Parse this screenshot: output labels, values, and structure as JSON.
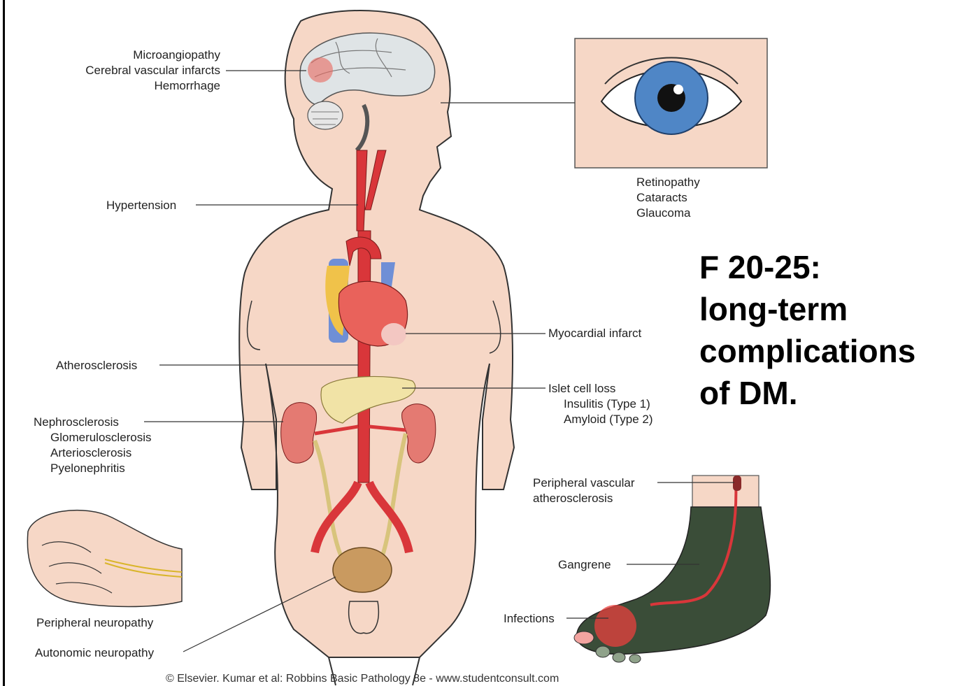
{
  "title_lines": [
    "F 20-25:",
    "long-term",
    "complications",
    "of DM."
  ],
  "labels": {
    "brain": [
      "Microangiopathy",
      "Cerebral vascular infarcts",
      "Hemorrhage"
    ],
    "hypertension": "Hypertension",
    "eye": [
      "Retinopathy",
      "Cataracts",
      "Glaucoma"
    ],
    "myocardial": "Myocardial infarct",
    "atherosclerosis": "Atherosclerosis",
    "islet": [
      "Islet cell loss",
      "Insulitis (Type 1)",
      "Amyloid (Type 2)"
    ],
    "kidney": [
      "Nephrosclerosis",
      "Glomerulosclerosis",
      "Arteriosclerosis",
      "Pyelonephritis"
    ],
    "peripheral_vascular": [
      "Peripheral vascular",
      "atherosclerosis"
    ],
    "gangrene": "Gangrene",
    "infections": "Infections",
    "peripheral_neuropathy": "Peripheral neuropathy",
    "autonomic_neuropathy": "Autonomic neuropathy"
  },
  "credit": "© Elsevier. Kumar et al: Robbins Basic Pathology 8e - www.studentconsult.com",
  "colors": {
    "skin": "#f6d7c6",
    "artery": "#d9363a",
    "vein": "#6f8fd6",
    "kidney": "#e47a72",
    "pancreas": "#f1e3a6",
    "gangrene": "#3a4d38",
    "iris": "#4f86c6"
  }
}
